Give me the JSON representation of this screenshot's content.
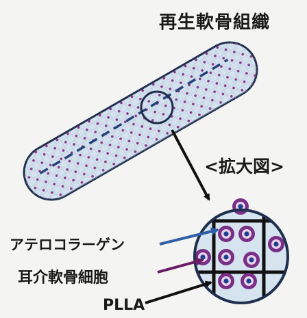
{
  "diagram": {
    "title": "再生軟骨組織",
    "zoom_label": "<拡大図>",
    "callouts": {
      "atelocollagen": "アテロコラーゲン",
      "auricular_chondrocyte": "耳介軟骨細胞",
      "plla": "PLLA"
    }
  },
  "colors": {
    "tissue_fill": "#d4e1ee",
    "outline": "#1f2f4e",
    "dashed_line": "#26407a",
    "cell_dots": "#8a3a8c",
    "cell_body": "#7a2f86",
    "cell_nucleus": "#1f3f8e",
    "arrow_blue": "#2f5fa4",
    "arrow_purple": "#6b1c66",
    "arrow_black": "#111111"
  }
}
